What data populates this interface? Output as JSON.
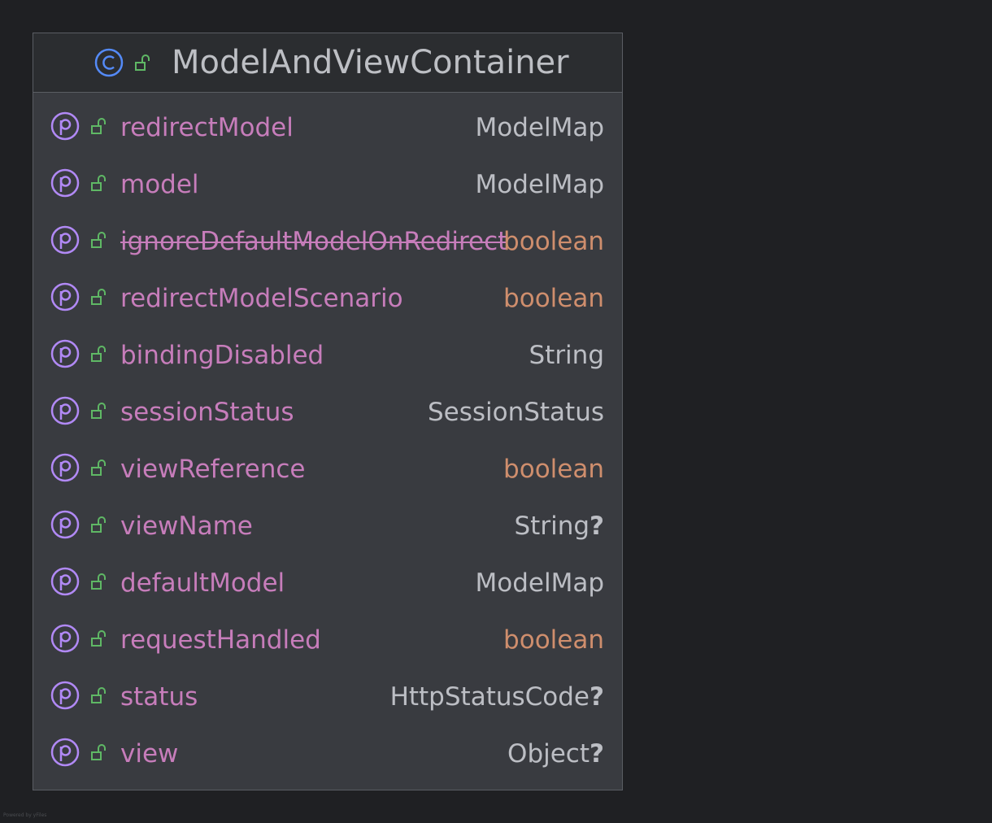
{
  "class": {
    "name": "ModelAndViewContainer",
    "kind_icon": "class-c-icon",
    "visibility_icon": "unlocked-public-icon"
  },
  "fields": [
    {
      "name": "redirectModel",
      "type": "ModelMap",
      "primitive": false,
      "nullable": false,
      "deprecated": false
    },
    {
      "name": "model",
      "type": "ModelMap",
      "primitive": false,
      "nullable": false,
      "deprecated": false
    },
    {
      "name": "ignoreDefaultModelOnRedirect",
      "type": "boolean",
      "primitive": true,
      "nullable": false,
      "deprecated": true
    },
    {
      "name": "redirectModelScenario",
      "type": "boolean",
      "primitive": true,
      "nullable": false,
      "deprecated": false
    },
    {
      "name": "bindingDisabled",
      "type": "String",
      "primitive": false,
      "nullable": false,
      "deprecated": false
    },
    {
      "name": "sessionStatus",
      "type": "SessionStatus",
      "primitive": false,
      "nullable": false,
      "deprecated": false
    },
    {
      "name": "viewReference",
      "type": "boolean",
      "primitive": true,
      "nullable": false,
      "deprecated": false
    },
    {
      "name": "viewName",
      "type": "String",
      "primitive": false,
      "nullable": true,
      "deprecated": false
    },
    {
      "name": "defaultModel",
      "type": "ModelMap",
      "primitive": false,
      "nullable": false,
      "deprecated": false
    },
    {
      "name": "requestHandled",
      "type": "boolean",
      "primitive": true,
      "nullable": false,
      "deprecated": false
    },
    {
      "name": "status",
      "type": "HttpStatusCode",
      "primitive": false,
      "nullable": true,
      "deprecated": false
    },
    {
      "name": "view",
      "type": "Object",
      "primitive": false,
      "nullable": true,
      "deprecated": false
    }
  ],
  "nullable_marker": "?",
  "field_icon": "property-p-icon",
  "footer": {
    "watermark": "Powered by yFiles"
  },
  "colors": {
    "background": "#1f2023",
    "box": "#393b40",
    "header": "#2b2d30",
    "field_name": "#c77dbb",
    "type": "#bcbec4",
    "primitive_type": "#cf8e6d",
    "class_icon": "#548af7",
    "property_icon": "#b189f5",
    "lock_icon": "#5fb865"
  }
}
